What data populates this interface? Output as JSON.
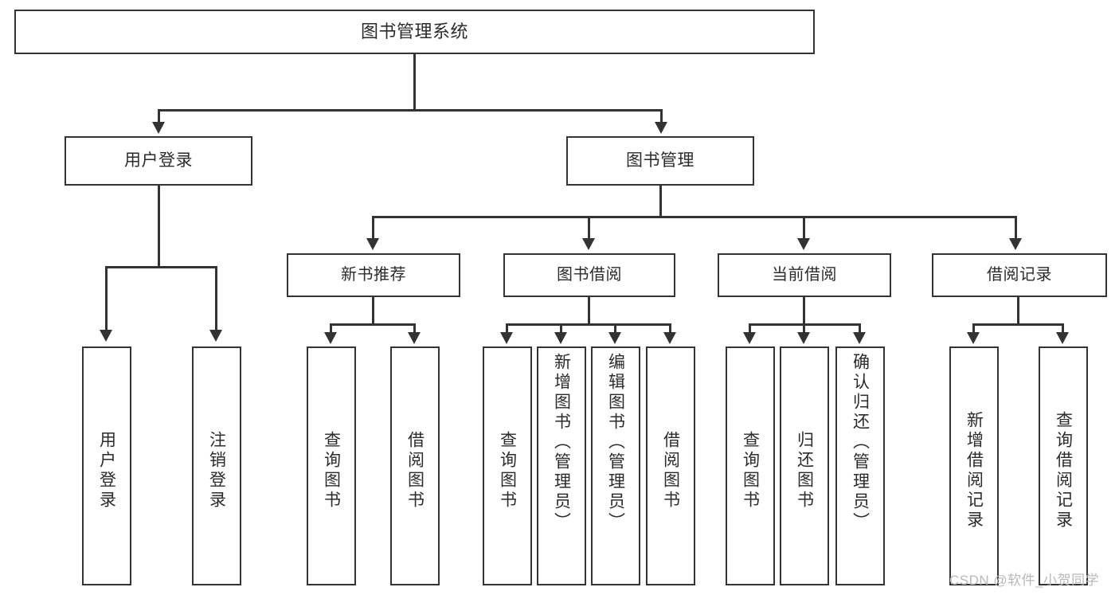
{
  "diagram": {
    "title": "图书管理系统",
    "root": {
      "label": "图书管理系统"
    },
    "level2": [
      {
        "label": "用户登录"
      },
      {
        "label": "图书管理"
      }
    ],
    "level3": [
      {
        "label": "新书推荐"
      },
      {
        "label": "图书借阅"
      },
      {
        "label": "当前借阅"
      },
      {
        "label": "借阅记录"
      }
    ],
    "leaves": {
      "user_login": [
        {
          "label": "用户登录"
        },
        {
          "label": "注销登录"
        }
      ],
      "new_book_recommend": [
        {
          "label": "查询图书"
        },
        {
          "label": "借阅图书"
        }
      ],
      "book_borrow": [
        {
          "label": "查询图书"
        },
        {
          "label": "新增图书（管理员）"
        },
        {
          "label": "编辑图书（管理员）"
        },
        {
          "label": "借阅图书"
        }
      ],
      "current_borrow": [
        {
          "label": "查询图书"
        },
        {
          "label": "归还图书"
        },
        {
          "label": "确认归还（管理员）"
        }
      ],
      "borrow_record": [
        {
          "label": "新增借阅记录"
        },
        {
          "label": "查询借阅记录"
        }
      ]
    }
  },
  "watermark": {
    "text": "CSDN @软件_小贺同学"
  },
  "colors": {
    "stroke": "#333333",
    "text": "#2b2b2b",
    "background": "#ffffff",
    "watermark": "#b9b9b9"
  }
}
